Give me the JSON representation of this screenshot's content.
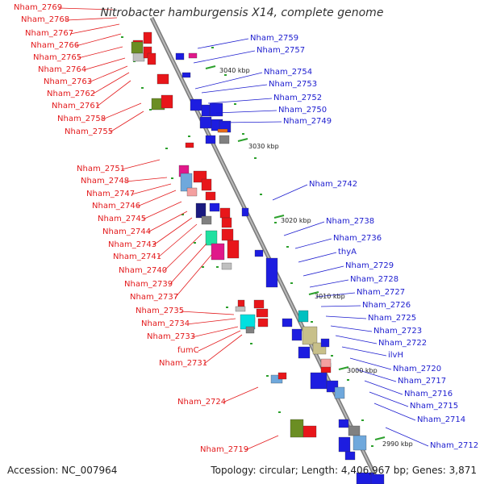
{
  "title": "Nitrobacter hamburgensis X14, complete genome",
  "footer": {
    "accession": "Accession: NC_007964",
    "summary": "Topology: circular; Length: 4,406,967 bp; Genes: 3,871"
  },
  "colors": {
    "left_label": "#e31a1c",
    "right_label": "#1c1ccf",
    "backbone": "#8c8c8c",
    "tick": "#2ca02c",
    "red_gene": "#e8161a",
    "blue_gene": "#1d1de0"
  },
  "left_labels": [
    "Nham_2769",
    "Nham_2768",
    "Nham_2767",
    "Nham_2766",
    "Nham_2765",
    "Nham_2764",
    "Nham_2763",
    "Nham_2762",
    "Nham_2761",
    "Nham_2758",
    "Nham_2755",
    "Nham_2751",
    "Nham_2748",
    "Nham_2747",
    "Nham_2746",
    "Nham_2745",
    "Nham_2744",
    "Nham_2743",
    "Nham_2741",
    "Nham_2740",
    "Nham_2739",
    "Nham_2737",
    "Nham_2735",
    "Nham_2734",
    "Nham_2733",
    "fumC",
    "Nham_2731",
    "Nham_2724",
    "Nham_2719"
  ],
  "right_labels": [
    "Nham_2759",
    "Nham_2757",
    "Nham_2754",
    "Nham_2753",
    "Nham_2752",
    "Nham_2750",
    "Nham_2749",
    "Nham_2742",
    "Nham_2738",
    "Nham_2736",
    "thyA",
    "Nham_2729",
    "Nham_2728",
    "Nham_2727",
    "Nham_2726",
    "Nham_2725",
    "Nham_2723",
    "Nham_2722",
    "ilvH",
    "Nham_2720",
    "Nham_2717",
    "Nham_2716",
    "Nham_2715",
    "Nham_2714",
    "Nham_2712"
  ],
  "scale_ticks": [
    "3040 kbp",
    "3030 kbp",
    "3020 kbp",
    "3010 kbp",
    "3000 kbp",
    "2990 kbp"
  ]
}
